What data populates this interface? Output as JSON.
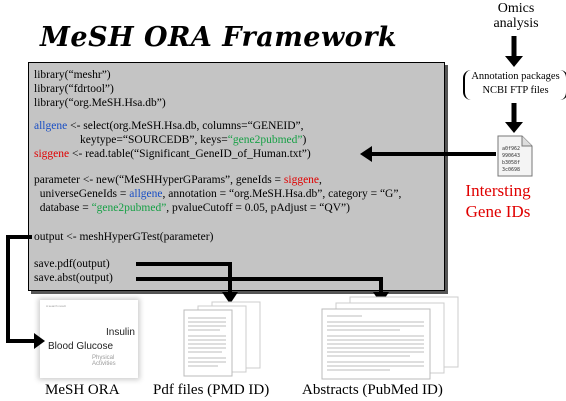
{
  "title": "MeSH ORA Framework",
  "top_right": {
    "omics_line1": "Omics",
    "omics_line2": "analysis",
    "annotation_line1": "Annotation packages",
    "annotation_line2": "NCBI FTP files",
    "file_icon": "data-file-icon",
    "file_lines": [
      "a0f962",
      "990643",
      "b3058f",
      "3c0698"
    ],
    "genes_line1": "Intersting",
    "genes_line2": "Gene IDs"
  },
  "code": {
    "l1": "library(“meshr”)",
    "l2": "library(“fdrtool”)",
    "l3": "library(“org.MeSH.Hsa.db”)",
    "l4a": "allgene",
    "l4b": " <- select(org.MeSH.Hsa.db, columns=“GENEID”,",
    "l5a": "                keytype=“SOURCEDB”, keys=",
    "l5b": "“gene2pubmed”",
    "l5c": ")",
    "l6a": "siggene",
    "l6b": " <- read.table(“Significant_GeneID_of_Human.txt”)",
    "l7a": "parameter <- new(“MeSHHyperGParams”, geneIds = ",
    "l7b": "siggene",
    "l7c": ",",
    "l8a": "  universeGeneIds = ",
    "l8b": "allgene",
    "l8c": ", annotation = “org.MeSH.Hsa.db”, category = “G”,",
    "l9a": "  database = ",
    "l9b": "“gene2pubmed”",
    "l9c": ", pvalueCutoff = 0.05, pAdjust = “QV”)",
    "l10": "output <- meshHyperGTest(parameter)",
    "l11": "save.pdf(output)",
    "l12": "save.abst(output)"
  },
  "thumb_ora": {
    "small": "A search result",
    "insulin": "Insulin",
    "glucose": "Blood Glucose",
    "glucose_sub": "Physical Activities"
  },
  "bottom_labels": {
    "ora": "MeSH ORA",
    "pdf": "Pdf files (PMD ID)",
    "abs": "Abstracts (PubMed ID)"
  },
  "colors": {
    "blue": "#1a4fc4",
    "red": "#e00000",
    "green": "#17a046",
    "box": "#c4c4c4"
  }
}
